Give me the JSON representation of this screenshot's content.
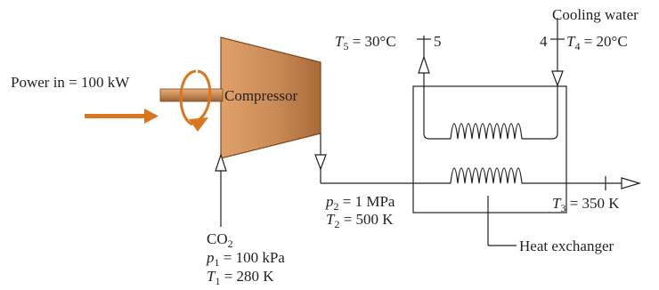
{
  "labels": {
    "power_in": "Power in = 100 kW",
    "compressor": "Compressor",
    "cooling_water": "Cooling water",
    "heat_exchanger": "Heat exchanger",
    "state5": {
      "sym": "T",
      "sub": "5",
      "rest": " = 30°C",
      "num": "5"
    },
    "state4": {
      "num": "4",
      "sym": "T",
      "sub": "4",
      "rest": " = 20°C"
    },
    "state2_p": {
      "sym": "p",
      "sub": "2",
      "rest": " = 1 MPa"
    },
    "state2_T": {
      "sym": "T",
      "sub": "2",
      "rest": " = 500 K"
    },
    "state3": {
      "sym": "T",
      "sub": "3",
      "rest": " = 350 K"
    },
    "inlet_gas": {
      "main": "CO",
      "sub": "2"
    },
    "state1_p": {
      "sym": "p",
      "sub": "1",
      "rest": " = 100 kPa"
    },
    "state1_T": {
      "sym": "T",
      "sub": "1",
      "rest": " = 280 K"
    }
  },
  "colors": {
    "compressor_body": "#c98a55",
    "compressor_edge": "#7a4a22",
    "shaft": "#c88a55",
    "arrow_orange": "#d9761e",
    "line": "#231f20"
  }
}
